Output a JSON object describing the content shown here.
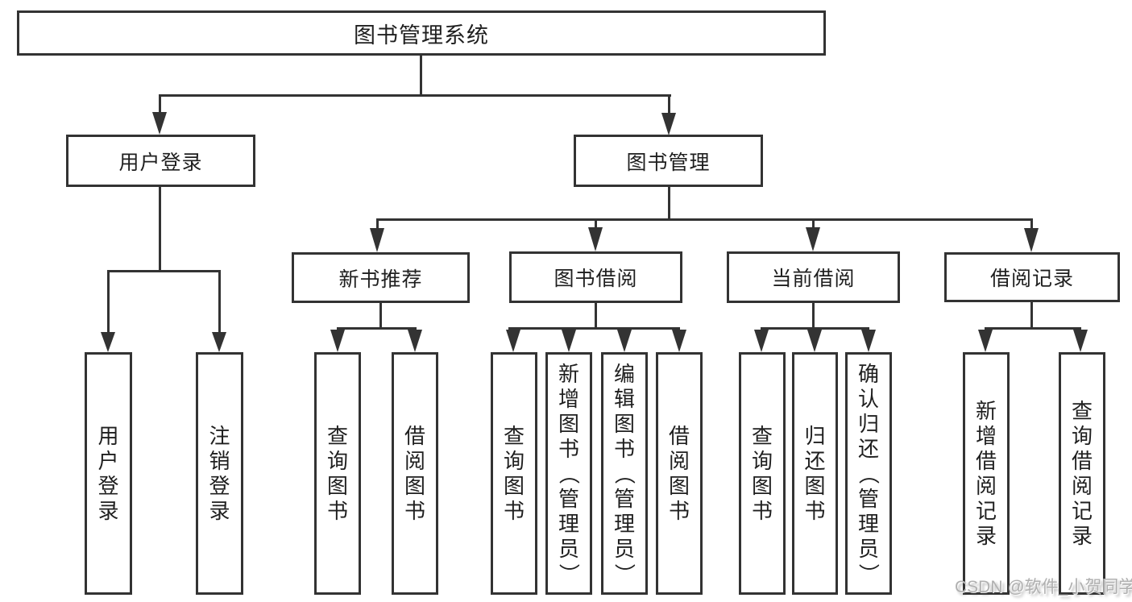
{
  "tree": {
    "root": {
      "label": "图书管理系统",
      "children": [
        {
          "label": "用户登录",
          "children": [
            {
              "label": "用户登录"
            },
            {
              "label": "注销登录"
            }
          ]
        },
        {
          "label": "图书管理",
          "children": [
            {
              "label": "新书推荐",
              "children": [
                {
                  "label": "查询图书"
                },
                {
                  "label": "借阅图书"
                }
              ]
            },
            {
              "label": "图书借阅",
              "children": [
                {
                  "label": "查询图书"
                },
                {
                  "label": "新增图书（管理员）"
                },
                {
                  "label": "编辑图书（管理员）"
                },
                {
                  "label": "借阅图书"
                }
              ]
            },
            {
              "label": "当前借阅",
              "children": [
                {
                  "label": "查询图书"
                },
                {
                  "label": "归还图书"
                },
                {
                  "label": "确认归还（管理员）"
                }
              ]
            },
            {
              "label": "借阅记录",
              "children": [
                {
                  "label": "新增借阅记录"
                },
                {
                  "label": "查询借阅记录"
                }
              ]
            }
          ]
        }
      ]
    }
  },
  "watermark": {
    "text": "CSDN @软件_小贺同学"
  },
  "colors": {
    "line": "#333333",
    "text": "#1f1f1f",
    "watermark": "#b0b0b0",
    "canvas_bg": "#ffffff"
  }
}
